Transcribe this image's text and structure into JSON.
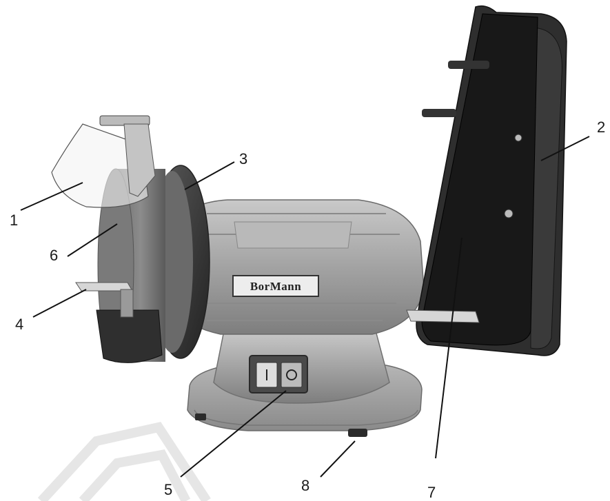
{
  "brand": {
    "logo_text": "BorMann"
  },
  "callouts": [
    {
      "id": "1",
      "label": "1"
    },
    {
      "id": "2",
      "label": "2"
    },
    {
      "id": "3",
      "label": "3"
    },
    {
      "id": "4",
      "label": "4"
    },
    {
      "id": "5",
      "label": "5"
    },
    {
      "id": "6",
      "label": "6"
    },
    {
      "id": "7",
      "label": "7"
    },
    {
      "id": "8",
      "label": "8"
    }
  ],
  "colors": {
    "body": "#9a9a9a",
    "body_light": "#b8b8b8",
    "dark_parts": "#2a2a2a",
    "belt": "#1c1c1c",
    "leader_lines": "#111111"
  }
}
